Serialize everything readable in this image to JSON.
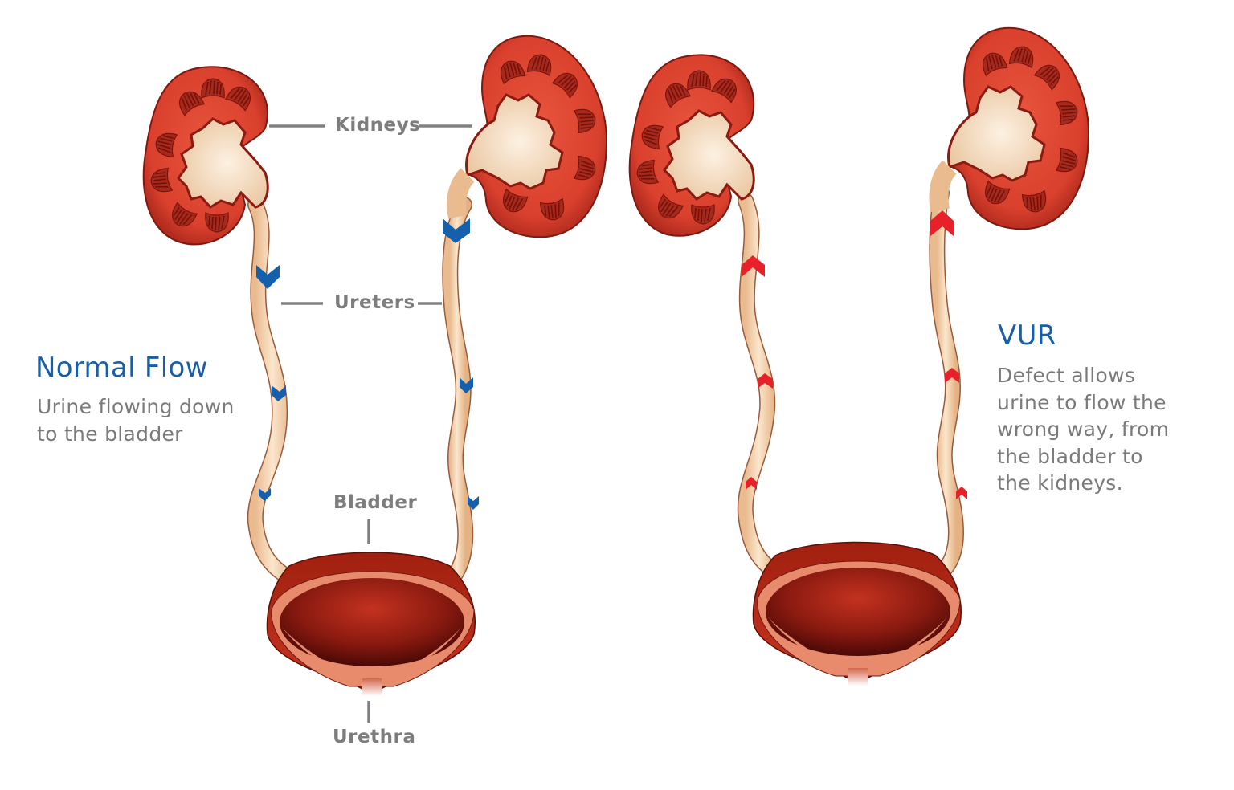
{
  "normal": {
    "title": "Normal Flow",
    "description": "Urine flowing down\nto the bladder",
    "arrow_color": "#1460ad",
    "arrow_direction": "down"
  },
  "vur": {
    "title": "VUR",
    "description": "Defect allows\nurine to flow the\nwrong way, from\nthe bladder to\nthe kidneys.",
    "arrow_color": "#e8202a",
    "arrow_direction": "up"
  },
  "labels": {
    "kidneys": "Kidneys",
    "ureters": "Ureters",
    "bladder": "Bladder",
    "urethra": "Urethra"
  },
  "colors": {
    "title_blue": "#1a5ea6",
    "label_gray": "#7d7d7d",
    "kidney_red": "#d63a2a",
    "kidney_dark": "#8e1a12",
    "ureter_beige": "#f3d3ae",
    "bladder_red": "#b3261a",
    "bladder_wall": "#e98a6c"
  }
}
